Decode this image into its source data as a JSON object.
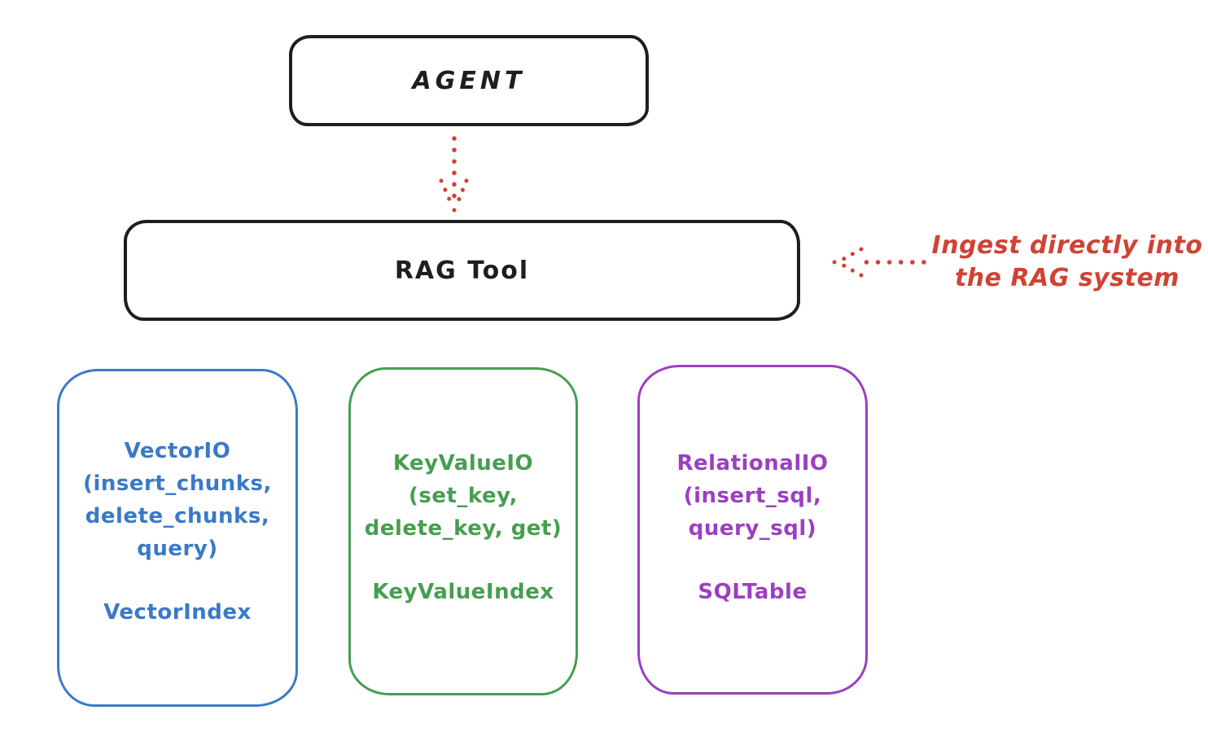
{
  "canvas": {
    "background": "#ffffff",
    "ink": "#1e1e1e"
  },
  "nodes": {
    "agent": {
      "label": "AGENT",
      "color": "#1e1e1e"
    },
    "rag_tool": {
      "label": "RAG Tool",
      "color": "#1e1e1e"
    },
    "vector": {
      "color": "#3a79c8",
      "lines": [
        "VectorIO",
        "(insert_chunks,",
        "delete_chunks,",
        "query)"
      ],
      "index_label": "VectorIndex"
    },
    "keyvalue": {
      "color": "#469e50",
      "lines": [
        "KeyValueIO",
        "(set_key,",
        "delete_key, get)"
      ],
      "index_label": "KeyValueIndex"
    },
    "relational": {
      "color": "#9b3fc0",
      "lines": [
        "RelationalIO",
        "(insert_sql,",
        "query_sql)"
      ],
      "index_label": "SQLTable"
    }
  },
  "annotation": {
    "line1": "Ingest directly into",
    "line2": "the RAG system",
    "color": "#cf4335"
  },
  "arrows": {
    "agent_to_ragtool": {
      "style": "dotted",
      "direction": "down",
      "color": "#cf4335"
    },
    "annotation_to_ragtool": {
      "style": "dotted",
      "direction": "left",
      "color": "#cf4335"
    }
  }
}
